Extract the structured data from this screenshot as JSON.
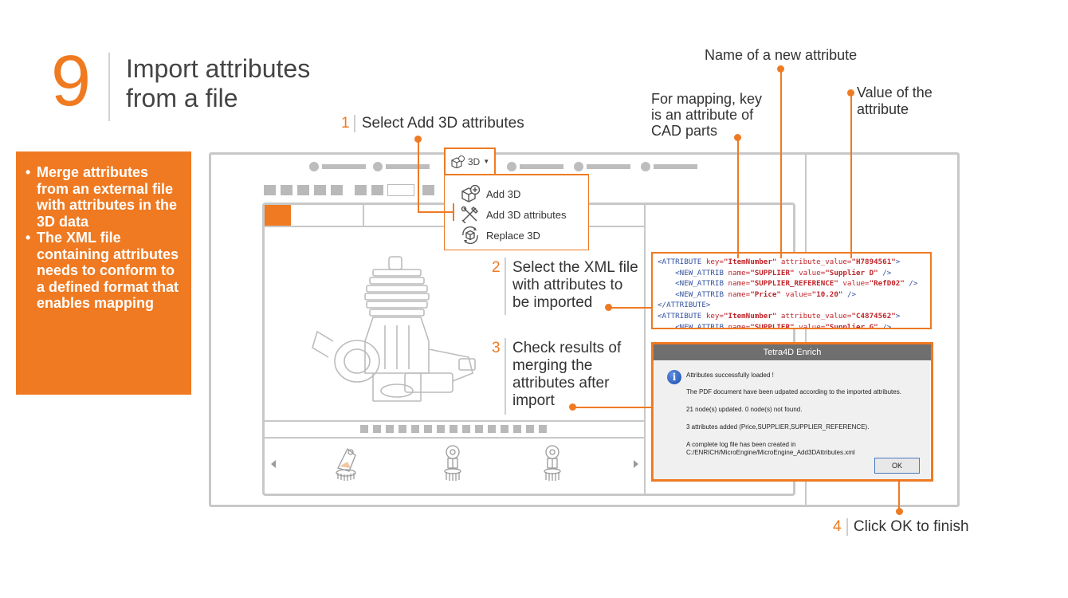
{
  "heading": {
    "step_number": "9",
    "title_line1": "Import attributes",
    "title_line2": "from a file"
  },
  "info_box": {
    "bullets": [
      "Merge attributes from an external file with attributes in the 3D data",
      "The XML file containing attributes needs to conform to a defined format that enables mapping"
    ]
  },
  "callouts": {
    "step1": {
      "num": "1",
      "text": "Select Add 3D attributes"
    },
    "step2": {
      "num": "2",
      "line1": "Select the XML file",
      "line2": "with  attributes to",
      "line3": "be imported"
    },
    "step3": {
      "num": "3",
      "line1": "Check results of",
      "line2": "merging the",
      "line3": "attributes after",
      "line4": "import"
    },
    "step4": {
      "num": "4",
      "text": "Click OK to finish"
    },
    "new_attr_name": "Name of a new attribute",
    "mapping_key_line1": "For mapping, key",
    "mapping_key_line2": "is an attribute of",
    "mapping_key_line3": "CAD parts",
    "attr_value_line1": "Value of the",
    "attr_value_line2": "attribute"
  },
  "menu": {
    "button_label": "3D",
    "items": [
      {
        "label": "Add 3D",
        "icon": "add-3d-icon"
      },
      {
        "label": "Add 3D attributes",
        "icon": "tools-icon"
      },
      {
        "label": "Replace 3D",
        "icon": "replace-3d-icon"
      }
    ]
  },
  "xml": {
    "lines": [
      {
        "indent": "",
        "tag": "<ATTRIBUTE",
        "a1": " key=",
        "v1": "\"ItemNumber\"",
        "a2": " attribute_value=",
        "v2": "\"H7894561\"",
        "end": ">"
      },
      {
        "indent": "    ",
        "tag": "<NEW_ATTRIB",
        "a1": " name=",
        "v1": "\"SUPPLIER\"",
        "a2": " value=",
        "v2": "\"Supplier D\"",
        "end": " />"
      },
      {
        "indent": "    ",
        "tag": "<NEW_ATTRIB",
        "a1": " name=",
        "v1": "\"SUPPLIER_REFERENCE\"",
        "a2": " value=",
        "v2": "\"RefD02\"",
        "end": " />"
      },
      {
        "indent": "    ",
        "tag": "<NEW_ATTRIB",
        "a1": " name=",
        "v1": "\"Price\"",
        "a2": " value=",
        "v2": "\"10.20\"",
        "end": " />"
      },
      {
        "indent": "",
        "tag": "</ATTRIBUTE>",
        "a1": "",
        "v1": "",
        "a2": "",
        "v2": "",
        "end": ""
      },
      {
        "indent": "",
        "tag": "<ATTRIBUTE",
        "a1": " key=",
        "v1": "\"ItemNumber\"",
        "a2": " attribute_value=",
        "v2": "\"C4874562\"",
        "end": ">"
      },
      {
        "indent": "    ",
        "tag": "<NEW_ATTRIB",
        "a1": " name=",
        "v1": "\"SUPPLIER\"",
        "a2": " value=",
        "v2": "\"Supplier G\"",
        "end": " />"
      }
    ]
  },
  "dialog": {
    "title": "Tetra4D Enrich",
    "line1": "Attributes successfully loaded !",
    "line2": "The PDF document have been udpated according to the imported attributes.",
    "line3": "21 node(s) updated. 0 node(s) not found.",
    "line4": "3 attributes added (Price,SUPPLIER,SUPPLIER_REFERENCE).",
    "line5": "A complete log file has been created in",
    "line6": "C:/ENRICH/MicroEngine/MicroEngine_Add3DAttributes.xml",
    "ok_label": "OK"
  },
  "colors": {
    "accent": "#ef7a22",
    "frame": "#c8c8c8",
    "text": "#3a3a3a"
  }
}
